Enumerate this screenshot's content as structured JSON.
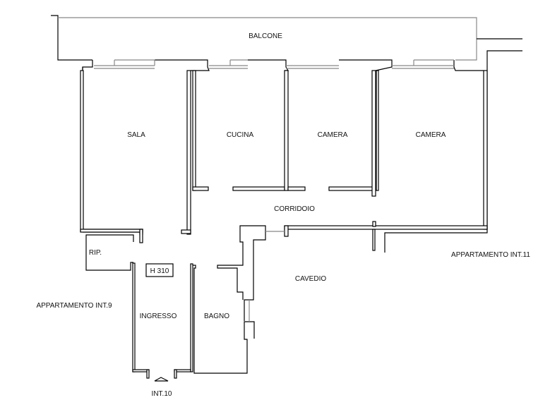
{
  "rooms": {
    "balcone": "BALCONE",
    "sala": "SALA",
    "cucina": "CUCINA",
    "camera1": "CAMERA",
    "camera2": "CAMERA",
    "corridoio": "CORRIDOIO",
    "rip": "RIP.",
    "ingresso": "INGRESSO",
    "bagno": "BAGNO",
    "cavedio": "CAVEDIO"
  },
  "height_tag": "H  310",
  "neighbors": {
    "int9": "APPARTAMENTO  INT.9",
    "int11": "APPARTAMENTO  INT.11"
  },
  "entrance": "INT.10"
}
